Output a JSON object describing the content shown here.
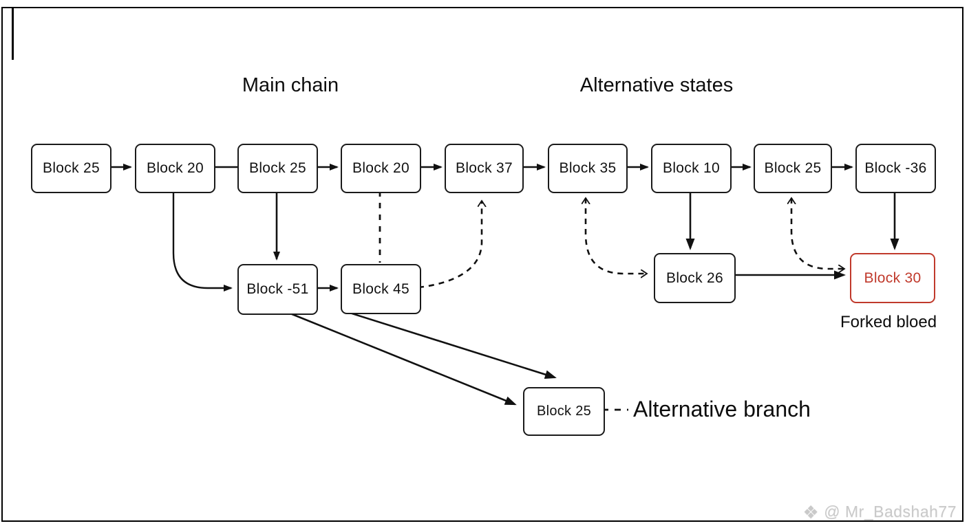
{
  "section_titles": {
    "main_chain": "Main chain",
    "alternative_states": "Alternative states"
  },
  "top_row": [
    "Block 25",
    "Block 20",
    "Block 25",
    "Block 20",
    "Block 37",
    "Block 35",
    "Block 10",
    "Block 25",
    "Block -36"
  ],
  "fork_row": {
    "block_minus_51": "Block -51",
    "block_45": "Block 45"
  },
  "alt_row": {
    "block_26": "Block 26",
    "forked_block": "Block 30"
  },
  "bottom_row": {
    "block_25": "Block 25"
  },
  "captions": {
    "forked_block_caption": "Forked bloed",
    "alternative_branch": "Alternative branch"
  },
  "watermark": {
    "icon": "diamond-icon",
    "icon_glyph": "❖",
    "handle": "@ Mr_Badshah77"
  },
  "colors": {
    "forked_accent": "#c0392b",
    "line": "#111111",
    "watermark_gray": "#c9c9c9"
  }
}
